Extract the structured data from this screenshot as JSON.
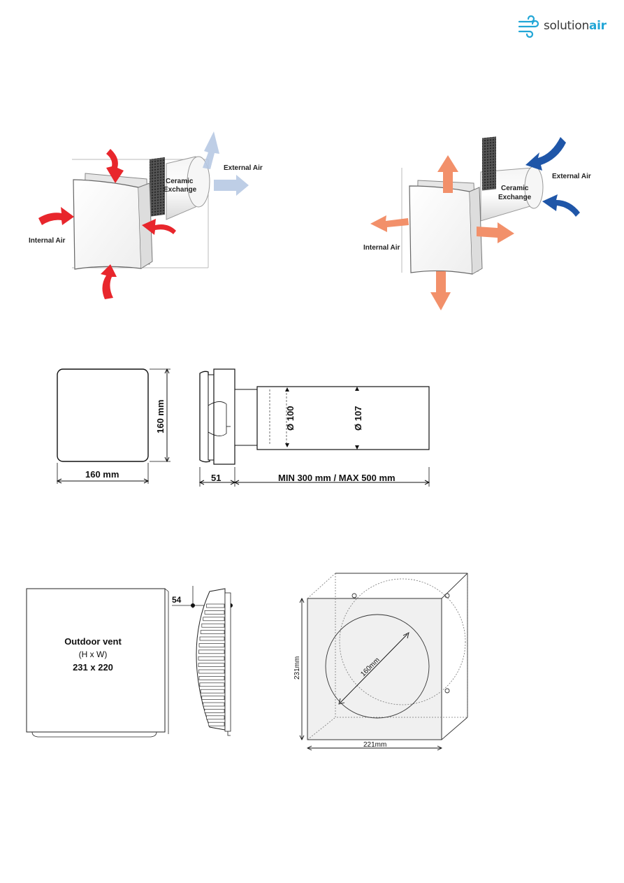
{
  "brand": {
    "part1": "solution",
    "part2": "air"
  },
  "figure1": {
    "left": {
      "ceramic_l1": "Ceramic",
      "ceramic_l2": "Exchange",
      "external": "External Air",
      "internal": "Internal Air"
    },
    "right": {
      "ceramic_l1": "Ceramic",
      "ceramic_l2": "Exchange",
      "external": "External Air",
      "internal": "Internal Air"
    },
    "colors": {
      "red": "#e8262c",
      "blue_light": "#b7c9e3",
      "orange": "#f2906a",
      "blue_dark": "#1f56a8"
    }
  },
  "figure2": {
    "width": "160 mm",
    "height": "160 mm",
    "d_inner": "Ø 100",
    "d_outer": "Ø 107",
    "depth": "51",
    "length": "MIN 300 mm / MAX 500 mm"
  },
  "figure3": {
    "depth": "54",
    "vent_title": "Outdoor vent",
    "vent_hw": "(H x W)",
    "vent_size": "231 x 220"
  },
  "figure4": {
    "diameter": "160mm",
    "height": "231mm",
    "width": "221mm"
  }
}
